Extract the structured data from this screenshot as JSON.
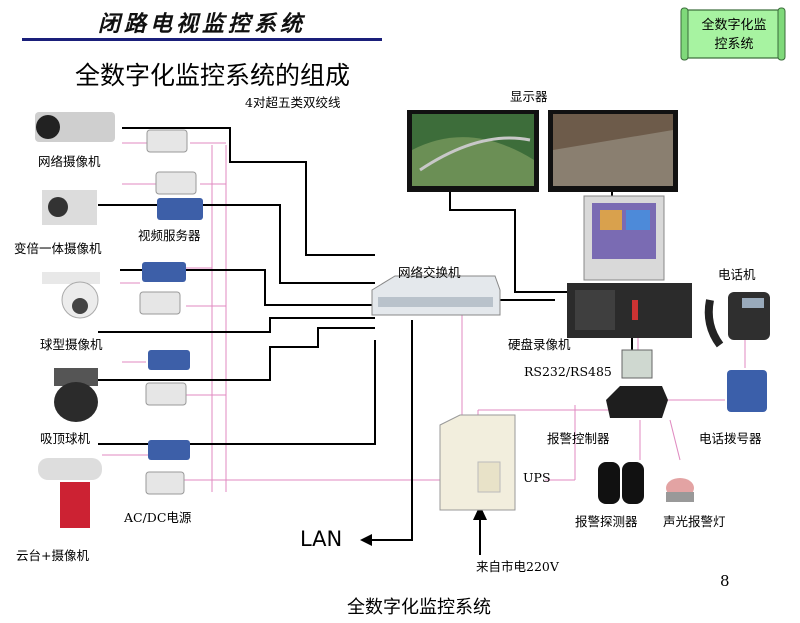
{
  "header": {
    "title": "闭路电视监控系统",
    "rule_color": "#1a1f7a"
  },
  "main_title": "全数字化监控系统的组成",
  "badge": {
    "line1": "全数字化监",
    "line2": "控系统",
    "color": "#a7f3a1"
  },
  "labels": {
    "cable": "4对超五类双绞线",
    "monitor": "显示器",
    "switch": "网络交换机",
    "phone": "电话机",
    "dvr": "硬盘录像机",
    "serial": "RS232/RS485",
    "alarm_ctrl": "报警控制器",
    "dialer": "电话拨号器",
    "ups": "UPS",
    "detector": "报警探测器",
    "strobe": "声光报警灯",
    "power_in": "来自市电220V",
    "lan": "LAN",
    "ac_dc": "AC/DC电源",
    "video_server": "视频服务器"
  },
  "cameras": [
    "网络摄像机",
    "变倍一体摄像机",
    "球型摄像机",
    "吸顶球机",
    "云台+摄像机"
  ],
  "footer": "全数字化监控系统",
  "page_number": "8"
}
